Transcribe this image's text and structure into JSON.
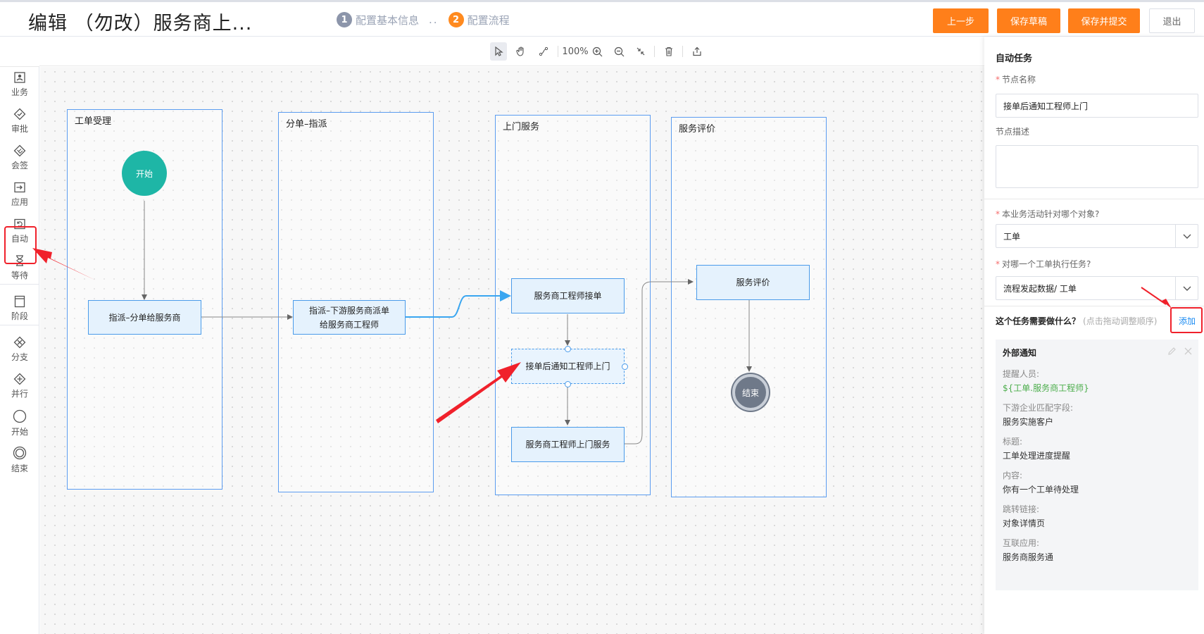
{
  "header": {
    "title": "编辑 （勿改）服务商上...",
    "steps": [
      {
        "num": "1",
        "label": "配置基本信息"
      },
      {
        "num": "2",
        "label": "配置流程"
      }
    ],
    "step_separator": "..",
    "buttons": {
      "prev": "上一步",
      "save_draft": "保存草稿",
      "save_submit": "保存并提交",
      "exit": "退出"
    }
  },
  "toolbar": {
    "zoom": "100%",
    "icons": [
      "pointer-icon",
      "hand-icon",
      "connect-icon",
      "zoom-in-icon",
      "zoom-out-icon",
      "fit-icon",
      "delete-icon",
      "export-icon"
    ]
  },
  "palette": {
    "items": [
      {
        "label": "业务",
        "icon": "business-icon"
      },
      {
        "label": "审批",
        "icon": "approval-icon"
      },
      {
        "label": "会签",
        "icon": "countersign-icon"
      },
      {
        "label": "应用",
        "icon": "application-icon"
      },
      {
        "label": "自动",
        "icon": "auto-icon"
      },
      {
        "label": "等待",
        "icon": "hourglass-icon"
      },
      {
        "label": "阶段",
        "icon": "stage-icon"
      },
      {
        "label": "分支",
        "icon": "branch-icon"
      },
      {
        "label": "并行",
        "icon": "parallel-icon"
      },
      {
        "label": "开始",
        "icon": "start-icon"
      },
      {
        "label": "结束",
        "icon": "end-icon"
      }
    ]
  },
  "flow": {
    "lanes": [
      {
        "label": "工单受理"
      },
      {
        "label": "分单–指派"
      },
      {
        "label": "上门服务"
      },
      {
        "label": "服务评价"
      }
    ],
    "start": "开始",
    "end": "结束",
    "nodes": {
      "assign_provider": "指派–分单给服务商",
      "dispatch_1": "指派–下游服务商派单",
      "dispatch_2": "给服务商工程师",
      "accept": "服务商工程师接单",
      "notify": "接单后通知工程师上门",
      "onsite": "服务商工程师上门服务",
      "evaluate": "服务评价"
    }
  },
  "panel": {
    "title": "自动任务",
    "node_name_label": "节点名称",
    "node_name_value": "接单后通知工程师上门",
    "node_desc_label": "节点描述",
    "node_desc_value": "",
    "object_label": "本业务活动针对哪个对象?",
    "object_value": "工单",
    "target_label": "对哪一个工单执行任务?",
    "target_value": "流程发起数据/ 工单",
    "task_question": "这个任务需要做什么？",
    "task_hint": "(点击拖动调整顺序)",
    "add_label": "添加",
    "card": {
      "title": "外部通知",
      "fields": [
        {
          "key": "提醒人员:",
          "value": "${工单.服务商工程师}"
        },
        {
          "key": "下游企业匹配字段:",
          "value": "服务实施客户"
        },
        {
          "key": "标题:",
          "value": "工单处理进度提醒"
        },
        {
          "key": "内容:",
          "value": "你有一个工单待处理"
        },
        {
          "key": "跳转链接:",
          "value": "对象详情页"
        },
        {
          "key": "互联应用:",
          "value": "服务商服务通"
        }
      ]
    }
  },
  "colors": {
    "accent": "#ff7f1a",
    "lane_border": "#5b9cf0",
    "node_fill": "#e5f2fd",
    "start": "#1eb6a6",
    "end": "#6f7989",
    "annotation": "#f0212b"
  }
}
